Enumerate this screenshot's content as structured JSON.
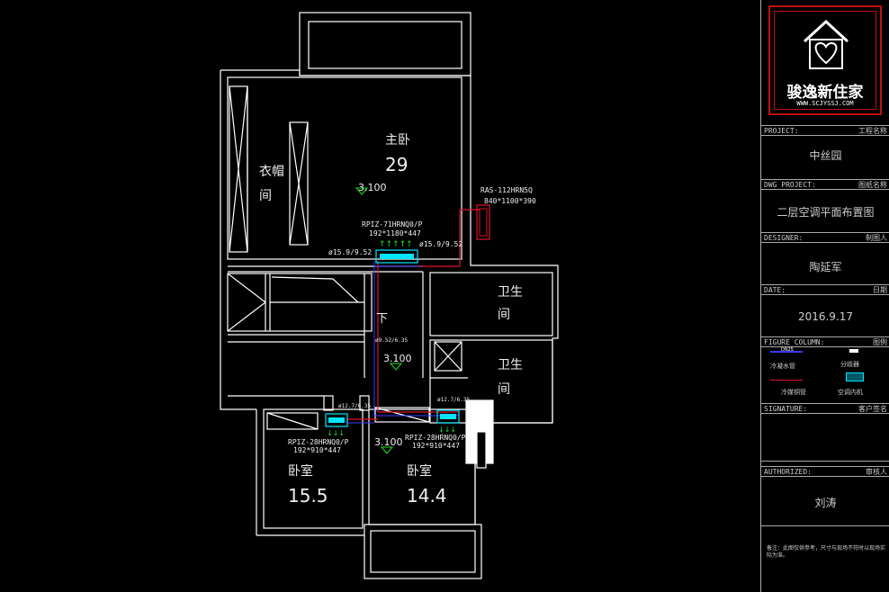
{
  "plan": {
    "rooms": {
      "master": {
        "name": "主卧",
        "area": "29",
        "elev": "3.100"
      },
      "closet": {
        "name_line1": "衣帽",
        "name_line2": "间"
      },
      "bath1": {
        "name_line1": "卫生",
        "name_line2": "间"
      },
      "bath2": {
        "name_line1": "卫生",
        "name_line2": "间"
      },
      "stair": {
        "label": "下",
        "elev": "3.100"
      },
      "bed1": {
        "name": "卧室",
        "area": "15.5",
        "elev": "3.100"
      },
      "bed2": {
        "name": "卧室",
        "area": "14.4"
      }
    },
    "outdoor_unit": {
      "model": "RAS-112HRN5Q",
      "size": "840*1100*390"
    },
    "unit_master": {
      "model": "RPIZ-71HRNQ0/P",
      "size": "192*1180*447"
    },
    "unit_bed1": {
      "model": "RPIZ-28HRNQ0/P",
      "size": "192*910*447"
    },
    "unit_bed2": {
      "model": "RPIZ-28HRNQ0/P",
      "size": "192*910*447"
    },
    "pipe_left": "ø15.9/9.52",
    "pipe_right": "ø15.9/9.52",
    "pipe_small_1": "ø12.7/6.35",
    "pipe_small_2": "ø12.7/6.35",
    "pipe_small_3": "ø9.52/6.35"
  },
  "titleblock": {
    "logo_text": "骏逸新住家",
    "logo_url": "WWW.SCJYSSJ.COM",
    "project_en": "PROJECT:",
    "project_cn": "工程名称",
    "project_val": "中丝园",
    "dwg_en": "DWG PROJECT:",
    "dwg_cn": "图纸名称",
    "dwg_val": "二层空调平面布置图",
    "designer_en": "DESIGNER:",
    "designer_cn": "制图人",
    "designer_val": "陶延军",
    "date_en": "DATE:",
    "date_cn": "日期",
    "date_val": "2016.9.17",
    "figure_en": "FIGURE COLUMN:",
    "figure_cn": "图例",
    "legend_tag": "DN25",
    "legend_condensate": "冷凝水管",
    "legend_branch": "分歧器",
    "legend_refrig": "冷媒铜管",
    "legend_indoor": "空调内机",
    "signature_en": "SIGNATURE:",
    "signature_cn": "客户签名",
    "authorized_en": "AUTHORIZED:",
    "authorized_cn": "审核人",
    "authorized_val": "刘涛",
    "note": "备注：此图仅供参考，尺寸与现场不符时以现场实际为准。"
  },
  "colors": {
    "wall": "#ffffff",
    "refrig": "#e0102a",
    "drain": "#3a3aff",
    "unit": "#00e5ff",
    "arrow": "#20e020"
  }
}
